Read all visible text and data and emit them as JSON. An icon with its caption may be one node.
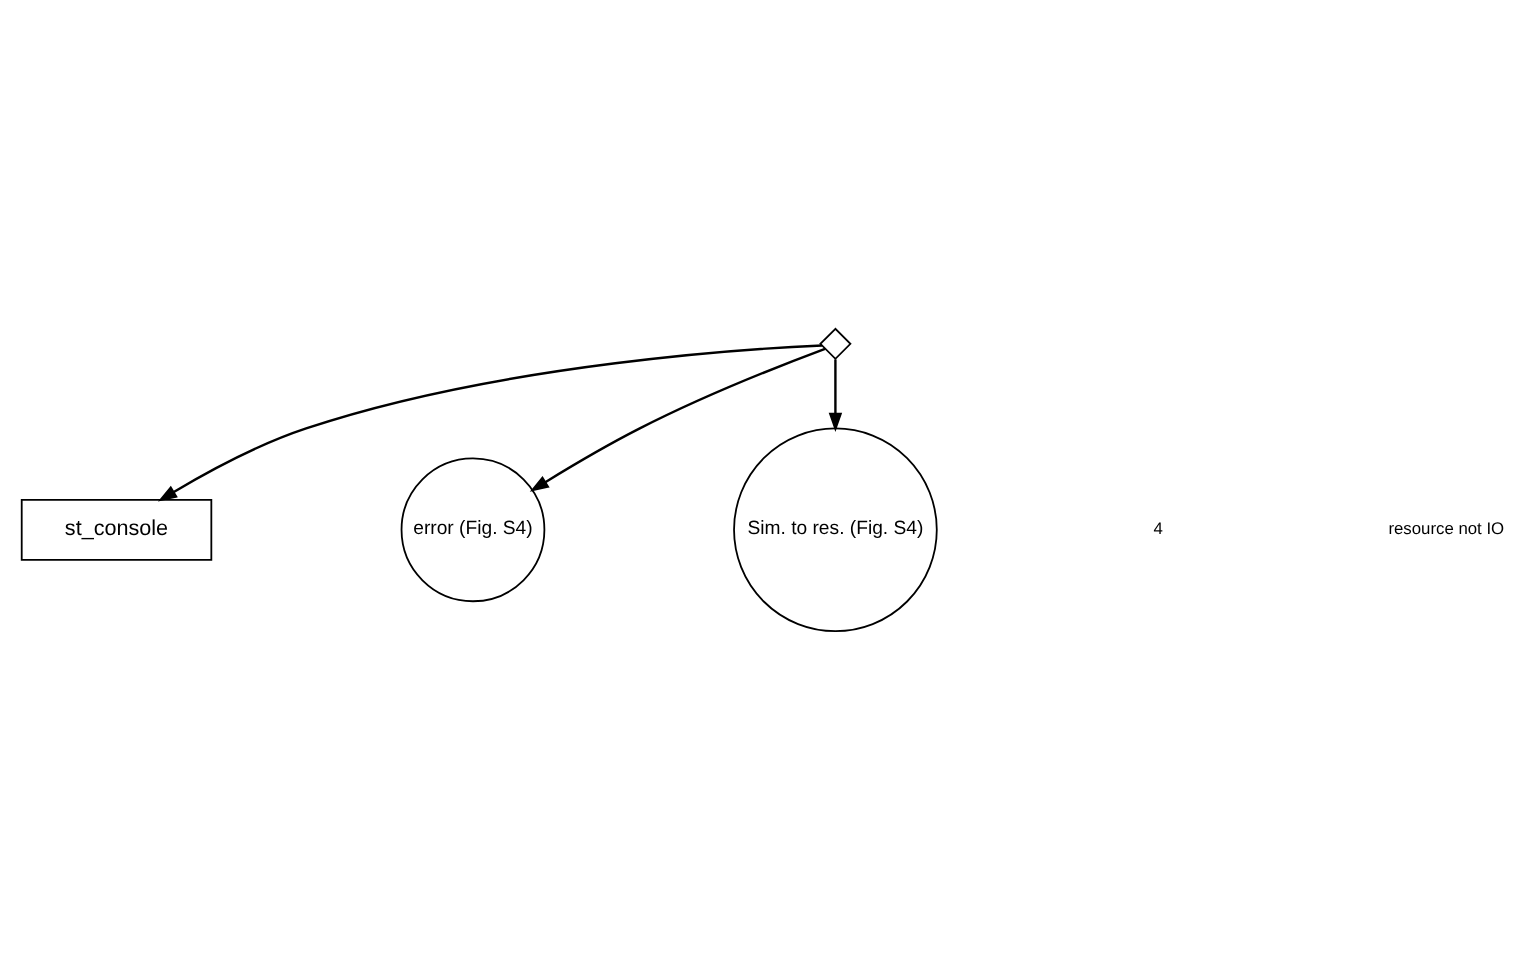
{
  "diagram": {
    "nodes": [
      {
        "text": [
          "st_console"
        ]
      },
      {
        "text": [],
        "shape": "diamond"
      },
      {
        "text": [
          "error (Fig. S4)"
        ]
      },
      {
        "text": [
          "Sim. to res. (Fig. S4)"
        ]
      }
    ],
    "edges": [
      {
        "from": 1,
        "to": 0,
        "arrow": "to"
      },
      {
        "from": 1,
        "to": 2,
        "arrow": "to"
      },
      {
        "from": 1,
        "to": 3,
        "arrow": "to"
      }
    ],
    "labels": [
      "4",
      "resource not IO"
    ]
  }
}
